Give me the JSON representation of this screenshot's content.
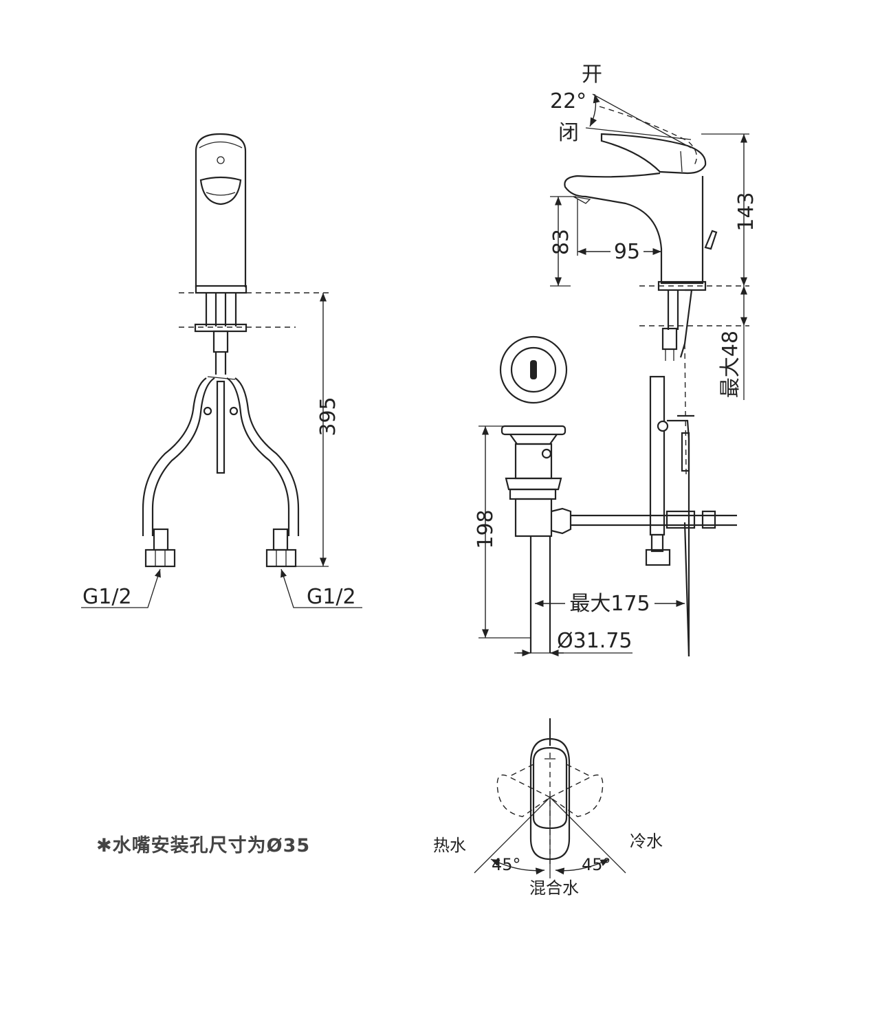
{
  "front_view": {
    "height_label": "395",
    "inlet_left_label": "G1/2",
    "inlet_right_label": "G1/2"
  },
  "side_view": {
    "open_label": "开",
    "angle_label": "22°",
    "closed_label": "闭",
    "spout_height_label": "83",
    "total_height_label": "143",
    "reach_label": "95",
    "max_deck_label": "最大48"
  },
  "drain": {
    "height_label": "198",
    "max_length_label": "最大175",
    "diameter_label": "Ø31.75"
  },
  "top_view": {
    "hot_label": "热水",
    "cold_label": "冷水",
    "mixed_label": "混合水",
    "left_angle_label": "45°",
    "right_angle_label": "45°"
  },
  "note": "✱水嘴安装孔尺寸为Ø35"
}
